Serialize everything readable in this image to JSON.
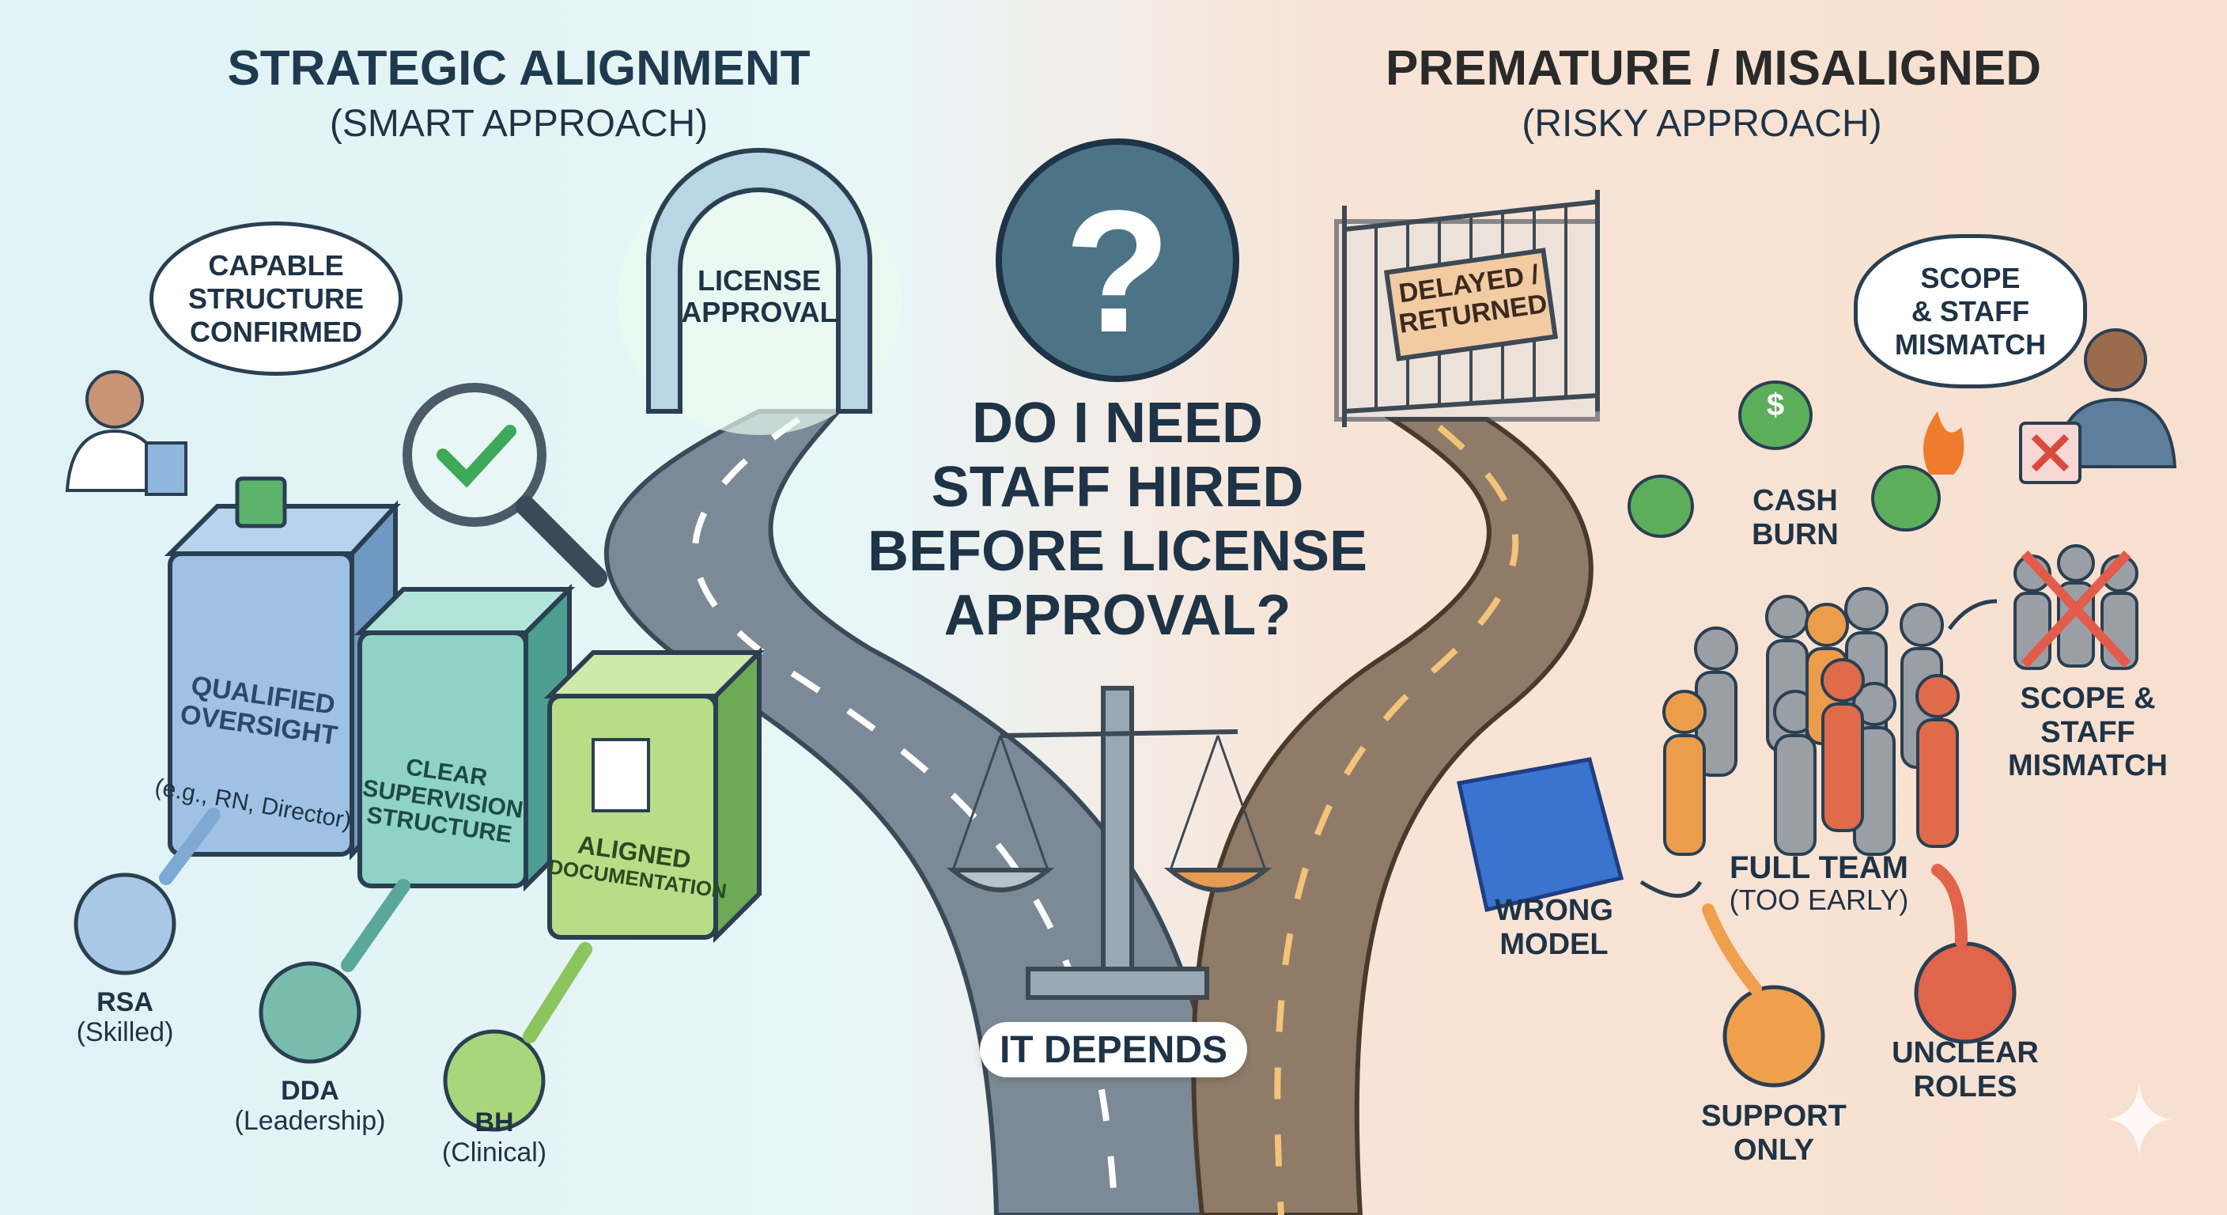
{
  "left": {
    "title": "STRATEGIC ALIGNMENT",
    "subtitle": "(SMART APPROACH)",
    "thought_bubble": [
      "CAPABLE",
      "STRUCTURE",
      "CONFIRMED"
    ],
    "arch_label": [
      "LICENSE",
      "APPROVAL"
    ],
    "blocks": [
      {
        "label": [
          "QUALIFIED",
          "OVERSIGHT"
        ],
        "note": "(e.g., RN, Director)",
        "color": "#8fb6dc"
      },
      {
        "label": [
          "CLEAR",
          "SUPERVISION",
          "STRUCTURE"
        ],
        "color": "#7fcbbd"
      },
      {
        "label": [
          "ALIGNED",
          "DOCUMENTATION"
        ],
        "color": "#a9d67a"
      }
    ],
    "roles": [
      {
        "name": "RSA",
        "desc": "(Skilled)",
        "color": "#7ea9d2"
      },
      {
        "name": "DDA",
        "desc": "(Leadership)",
        "color": "#5aa89a"
      },
      {
        "name": "BH",
        "desc": "(Clinical)",
        "color": "#8cc45e"
      }
    ]
  },
  "center": {
    "question_mark": "?",
    "question": [
      "DO I NEED",
      "STAFF HIRED",
      "BEFORE LICENSE",
      "APPROVAL?"
    ],
    "answer": "IT DEPENDS"
  },
  "right": {
    "title": "PREMATURE / MISALIGNED",
    "subtitle": "(RISKY APPROACH)",
    "gate_label": [
      "DELAYED /",
      "RETURNED"
    ],
    "speech_bubble": [
      "SCOPE",
      "& STAFF",
      "MISMATCH"
    ],
    "cash_burn": [
      "CASH",
      "BURN"
    ],
    "scope_mismatch": [
      "SCOPE &",
      "STAFF",
      "MISMATCH"
    ],
    "full_team": "FULL TEAM",
    "full_team_note": "(TOO EARLY)",
    "wrong_model": [
      "WRONG",
      "MODEL"
    ],
    "support_only": [
      "SUPPORT",
      "ONLY"
    ],
    "unclear_roles": [
      "UNCLEAR",
      "ROLES"
    ],
    "dollar": "$"
  }
}
